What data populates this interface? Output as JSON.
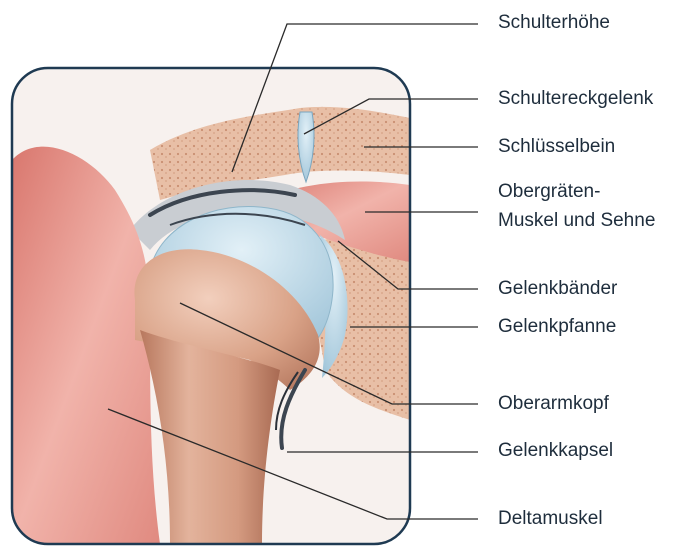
{
  "colors": {
    "frame": "#1f3a52",
    "leader": "#2a2a2a",
    "label": "#1e2d3c",
    "bone": "#d8a48a",
    "muscle": "#e9a49a",
    "cartilage": "#b9d5e4"
  },
  "labels": {
    "schulterhoehe": "Schulterhöhe",
    "schultereckgelenk": "Schultereckgelenk",
    "schluesselbein": "Schlüsselbein",
    "obergraeten_1": "Obergräten-",
    "obergraeten_2": "Muskel und Sehne",
    "gelenkbaender": "Gelenkbänder",
    "gelenkpfanne": "Gelenkpfanne",
    "oberarmkopf": "Oberarmkopf",
    "gelenkkapsel": "Gelenkkapsel",
    "deltamuskel": "Deltamuskel"
  }
}
